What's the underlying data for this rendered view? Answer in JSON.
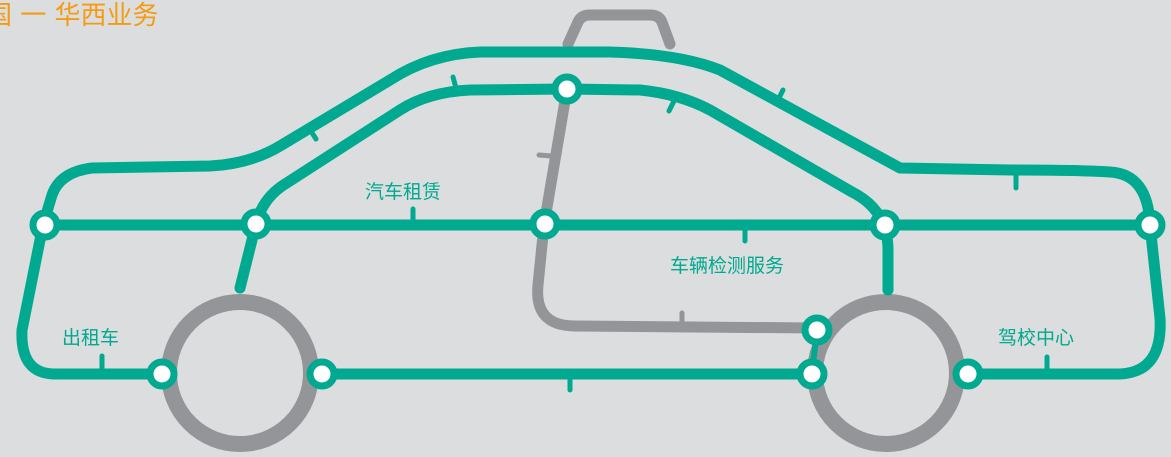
{
  "title": "国 一 华西业务",
  "labels": {
    "car_rental": "汽车租赁",
    "vehicle_inspection": "车辆检测服务",
    "taxi": "出租车",
    "driving_school": "驾校中心"
  },
  "colors": {
    "background": "#dcdddf",
    "route_green": "#00a98f",
    "route_gray": "#939598",
    "label_green": "#00a98f",
    "title_orange": "#f39c12",
    "station_fill": "#ffffff"
  }
}
